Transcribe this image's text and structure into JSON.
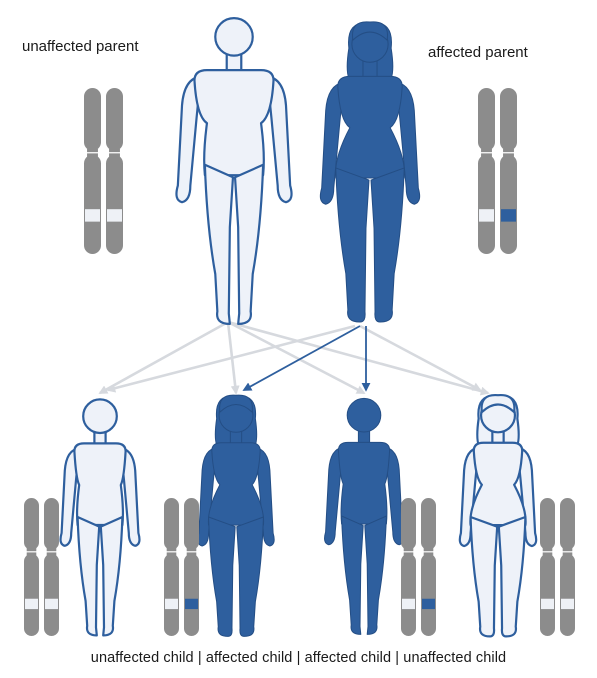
{
  "labels": {
    "unaffected_parent": "unaffected parent",
    "affected_parent": "affected parent"
  },
  "children": [
    {
      "label": "unaffected child",
      "status": "unaffected",
      "alleles": [
        "normal",
        "normal"
      ],
      "figure": "boy"
    },
    {
      "label": "affected child",
      "status": "affected",
      "alleles": [
        "normal",
        "mutated"
      ],
      "figure": "girl"
    },
    {
      "label": "affected child",
      "status": "affected",
      "alleles": [
        "normal",
        "mutated"
      ],
      "figure": "boy"
    },
    {
      "label": "unaffected child",
      "status": "unaffected",
      "alleles": [
        "normal",
        "normal"
      ],
      "figure": "girl"
    }
  ],
  "parents": [
    {
      "status": "unaffected",
      "alleles": [
        "normal",
        "normal"
      ],
      "figure": "man"
    },
    {
      "status": "affected",
      "alleles": [
        "normal",
        "mutated"
      ],
      "figure": "woman"
    }
  ],
  "caption_separator": " | ",
  "colors": {
    "affected": "#2e5f9e",
    "affected_stroke": "#244e85",
    "unaffected_fill": "#eef2f9",
    "unaffected_stroke": "#2e5f9e",
    "chromosome": "#8c8c8c",
    "chromosome_band_normal": "#eef1f6",
    "chromosome_band_mutated": "#2e5f9e",
    "arrow_unaffected": "#d6d9de",
    "arrow_affected": "#2e5f9e"
  }
}
